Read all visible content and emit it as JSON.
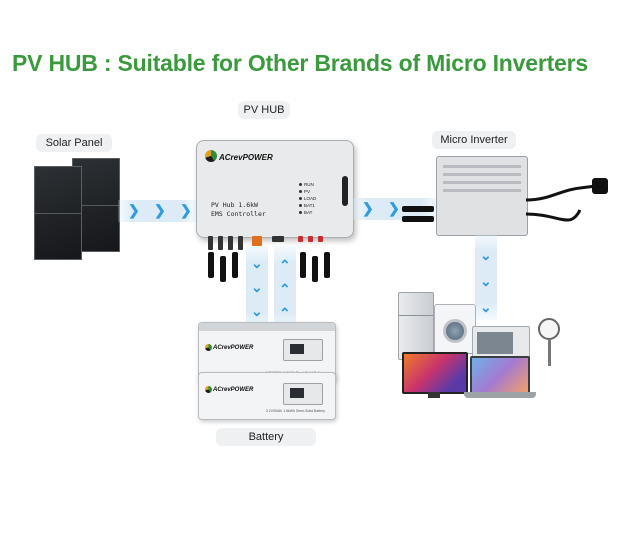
{
  "title": "PV HUB : Suitable for Other Brands of Micro Inverters",
  "labels": {
    "pv_hub": "PV HUB",
    "solar_panel": "Solar Panel",
    "micro_inverter": "Micro Inverter",
    "battery": "Battery"
  },
  "hub": {
    "brand": "ACrevPOWER",
    "model_line1": "PV Hub 1.6kW",
    "model_line2": "EMS Controller",
    "leds": [
      "RUN",
      "PV",
      "LOAD",
      "BAT1",
      "BAT"
    ]
  },
  "battery": {
    "brand": "ACrevPOWER",
    "spec": "3.2V/50Ah 1.6kWh Semi-Solid Battery"
  },
  "colors": {
    "title_green": "#3b9a3d",
    "arrow_blue": "#2f9be0",
    "arrow_band": "#dcebf6"
  }
}
